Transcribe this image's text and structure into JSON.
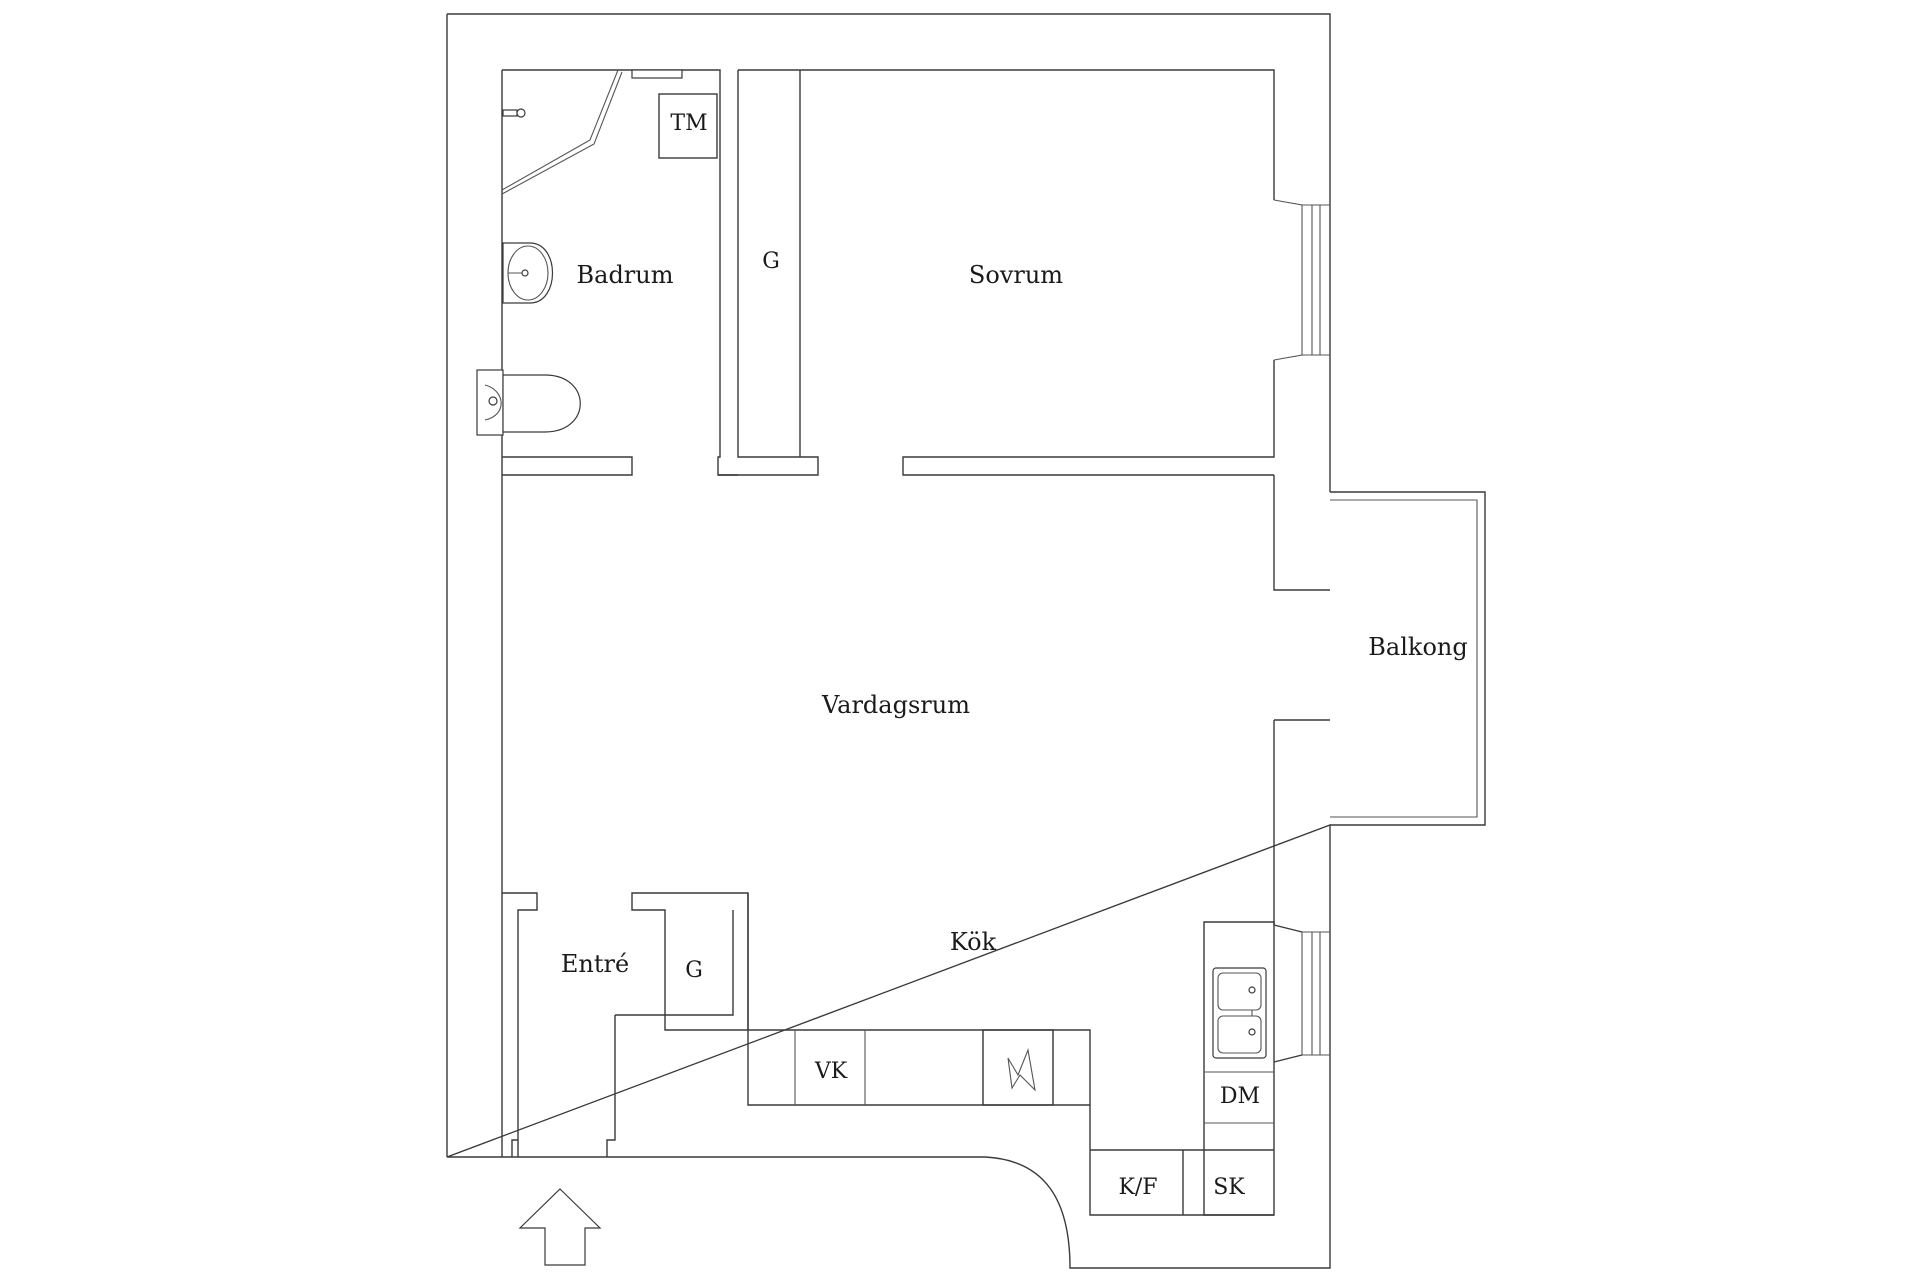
{
  "floorplan": {
    "rooms": {
      "badrum": "Badrum",
      "sovrum": "Sovrum",
      "vardagsrum": "Vardagsrum",
      "balkong": "Balkong",
      "kok": "Kök",
      "entre": "Entré"
    },
    "fixtures": {
      "tm": "TM",
      "g_sovrum": "G",
      "g_entre": "G",
      "vk": "VK",
      "dm": "DM",
      "kf": "K/F",
      "sk": "SK"
    },
    "entrance_arrow_icon": "arrow-up-icon",
    "line_color": "#3a3a3a"
  }
}
